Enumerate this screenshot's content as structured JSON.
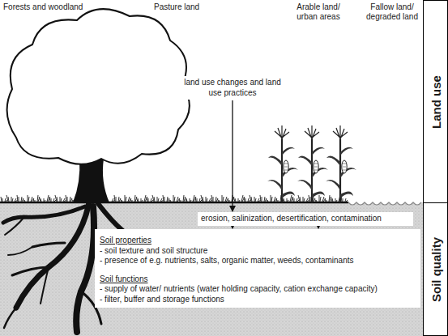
{
  "diagram": {
    "nodes": [
      {
        "text": [
          "Land use"
        ]
      },
      {
        "text": [
          "Soil quality"
        ]
      },
      {
        "text": [
          "land use changes and land use practices"
        ]
      },
      {
        "text": [
          "erosion,  salinization, desertification, contamination"
        ]
      },
      {
        "text": [
          "Soil properties",
          "- soil texture and soil structure",
          "- presence of e.g. nutrients, salts, organic matter, weeds, contaminants",
          "Soil functions",
          "- supply of water/ nutrients (water holding capacity, cation exchange capacity)",
          "- filter, buffer and storage functions"
        ]
      }
    ],
    "edges": [
      {
        "from": 2,
        "to": 3,
        "arrow": "to"
      },
      {
        "from": 3,
        "to": 4,
        "arrow": "to"
      },
      {
        "from": 3,
        "to": 4,
        "arrow": "to"
      }
    ],
    "labels": [
      "Forests and woodland",
      "Pasture land",
      "Arable land/ urban areas",
      "Fallow land/ degraded land"
    ]
  }
}
